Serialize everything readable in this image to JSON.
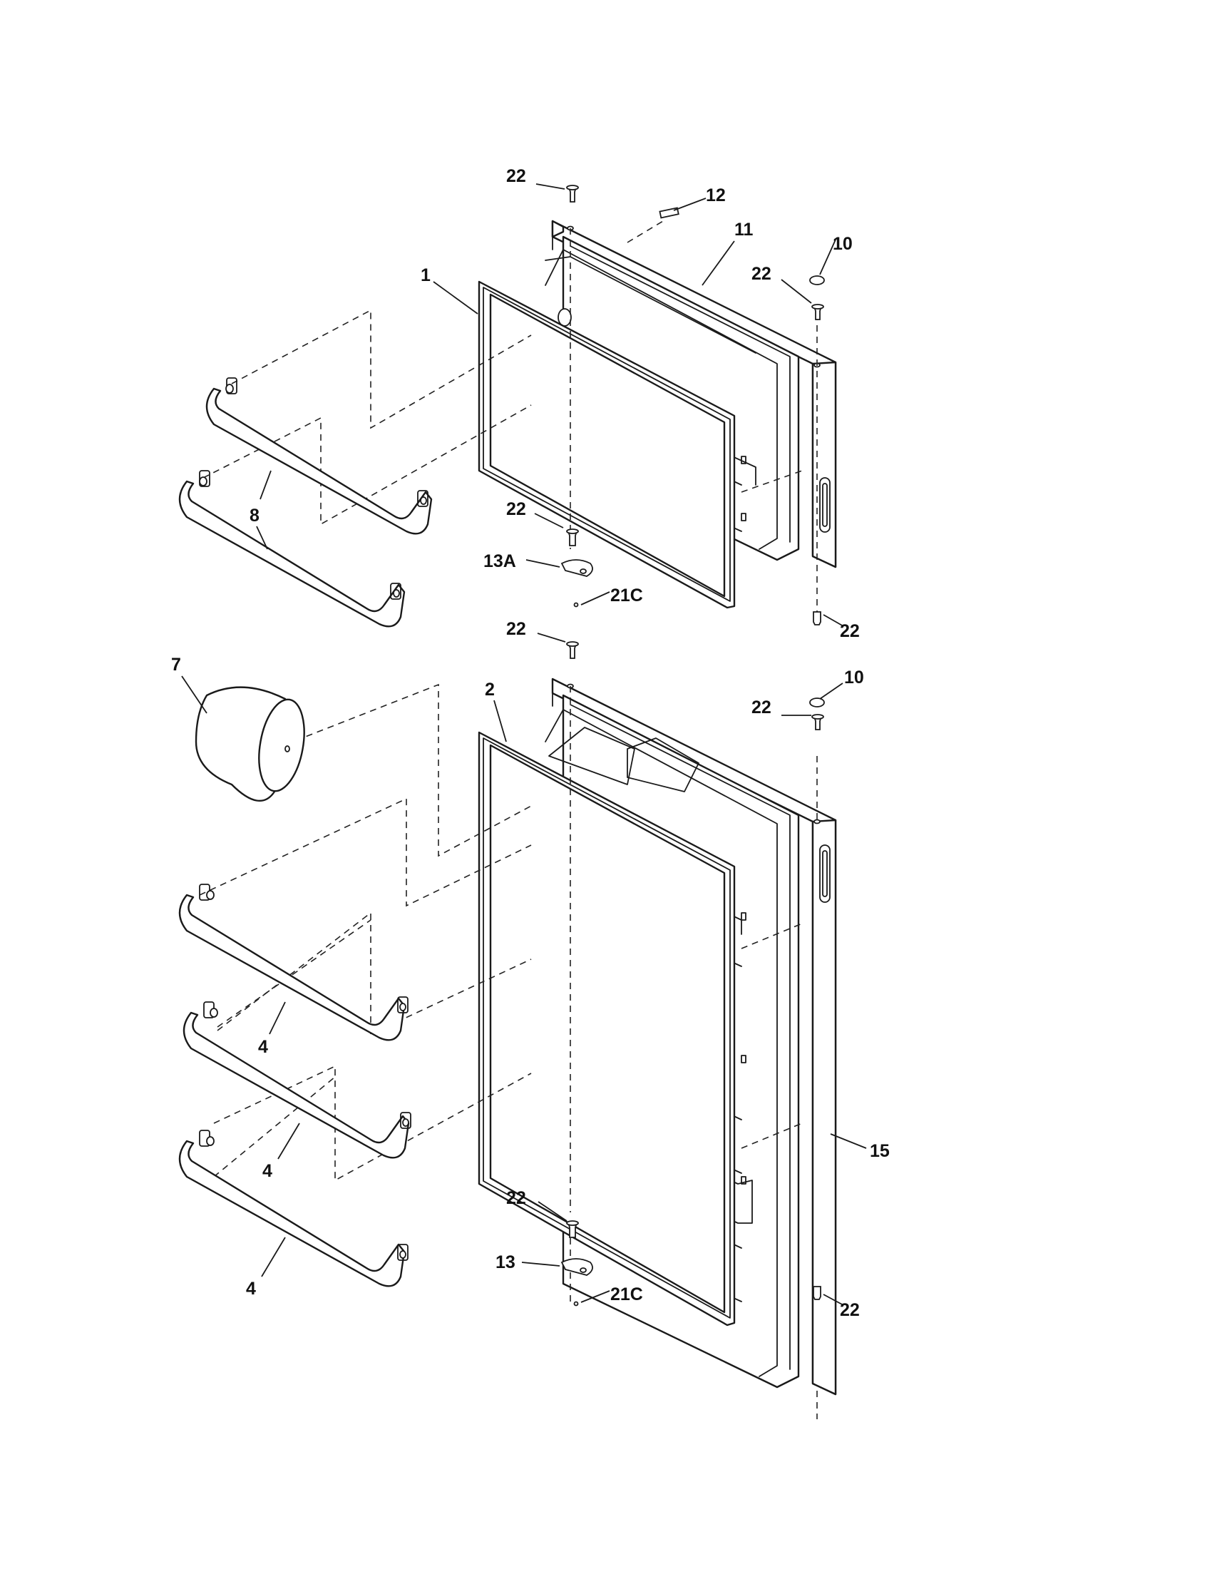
{
  "callouts": [
    {
      "text": "22"
    },
    {
      "text": "12"
    },
    {
      "text": "11"
    },
    {
      "text": "10"
    },
    {
      "text": "22"
    },
    {
      "text": "1"
    },
    {
      "text": "8"
    },
    {
      "text": "22"
    },
    {
      "text": "13A"
    },
    {
      "text": "21C"
    },
    {
      "text": "22"
    },
    {
      "text": "22"
    },
    {
      "text": "7"
    },
    {
      "text": "2"
    },
    {
      "text": "10"
    },
    {
      "text": "22"
    },
    {
      "text": "4"
    },
    {
      "text": "4"
    },
    {
      "text": "15"
    },
    {
      "text": "22"
    },
    {
      "text": "13"
    },
    {
      "text": "21C"
    },
    {
      "text": "4"
    },
    {
      "text": "22"
    }
  ]
}
